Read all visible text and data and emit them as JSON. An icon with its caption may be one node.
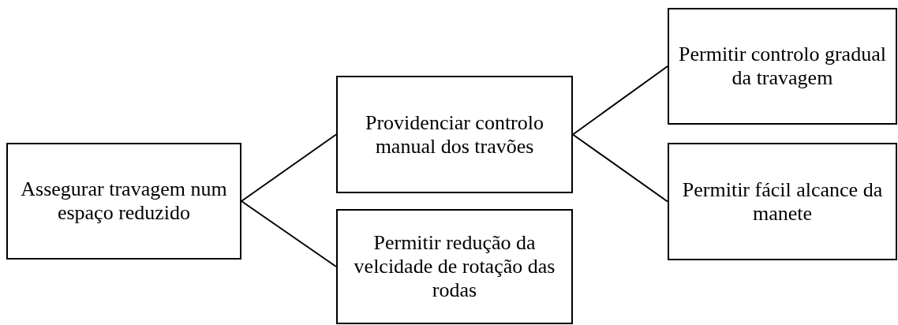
{
  "diagram": {
    "nodes": [
      {
        "text": [
          "Assegurar travagem num espaço reduzido"
        ]
      },
      {
        "text": [
          "Providenciar controlo manual dos travões"
        ]
      },
      {
        "text": [
          "Permitir redução da velcidade de rotação das rodas"
        ]
      },
      {
        "text": [
          "Permitir controlo gradual da travagem"
        ]
      },
      {
        "text": [
          "Permitir fácil alcance da manete"
        ]
      }
    ],
    "edges": [
      {
        "from": 0,
        "to": 1,
        "arrow": "none"
      },
      {
        "from": 0,
        "to": 2,
        "arrow": "none"
      },
      {
        "from": 1,
        "to": 3,
        "arrow": "none"
      },
      {
        "from": 1,
        "to": 4,
        "arrow": "none"
      }
    ]
  }
}
